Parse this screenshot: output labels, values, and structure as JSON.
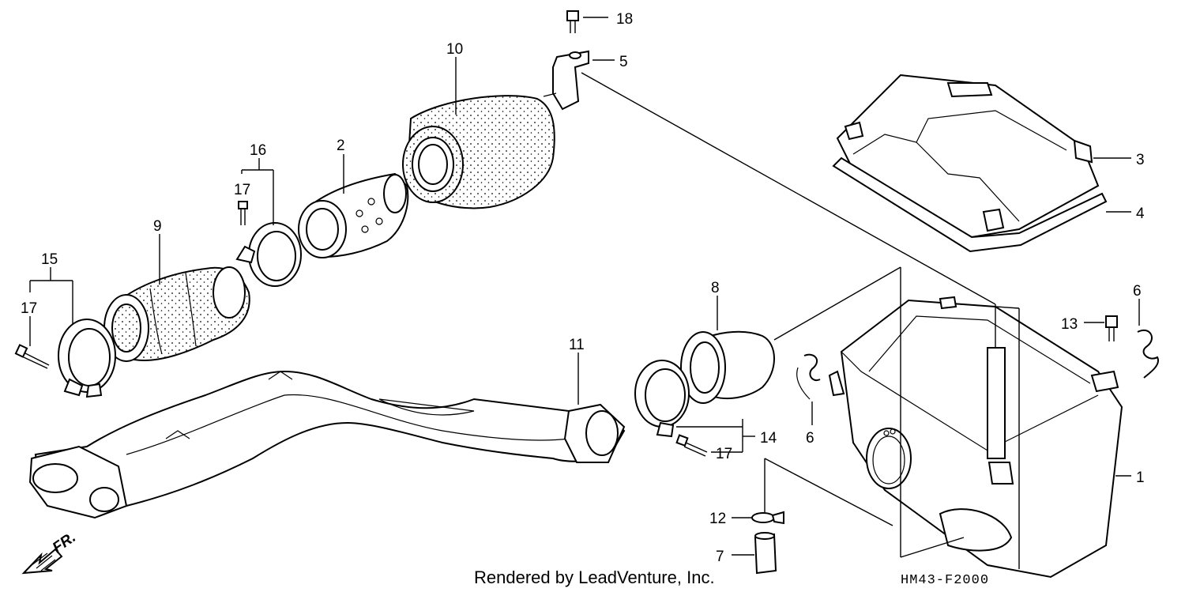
{
  "diagram": {
    "callouts": {
      "p1": "1",
      "p2": "2",
      "p3": "3",
      "p4": "4",
      "p5": "5",
      "p6a": "6",
      "p6b": "6",
      "p7": "7",
      "p8": "8",
      "p9": "9",
      "p10": "10",
      "p11": "11",
      "p12": "12",
      "p13": "13",
      "p14": "14",
      "p15": "15",
      "p16": "16",
      "p17a": "17",
      "p17b": "17",
      "p17c": "17",
      "p18": "18"
    },
    "direction_label": "FR.",
    "credit": "Rendered by LeadVenture, Inc.",
    "drawing_code": "HM43-F2000"
  }
}
